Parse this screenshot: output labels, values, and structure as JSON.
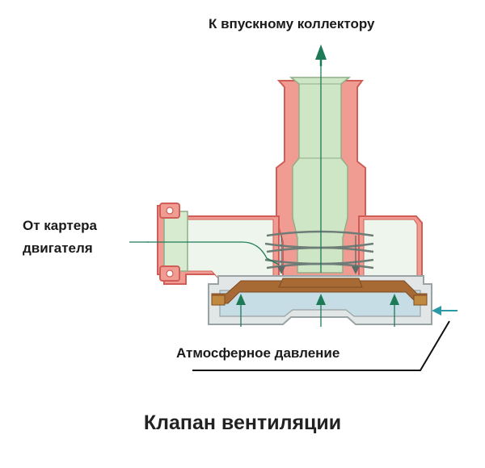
{
  "labels": {
    "to_intake": "К впускному коллектору",
    "from_crankcase_line1": "От картера",
    "from_crankcase_line2": "двигателя",
    "atmospheric": "Атмосферное давление"
  },
  "title": "Клапан вентиляции",
  "colors": {
    "body_outline": "#d05e57",
    "body_fill": "#f09c92",
    "inner_tube": "#cfe6c6",
    "inner_tube_outline": "#8fae86",
    "pipe_green": "#d7ebd0",
    "housing_gray": "#9aa3a3",
    "housing_fill": "#e2e6e6",
    "chamber_blue": "#c6dde6",
    "diaphragm": "#a86a35",
    "spring": "#6e7c78",
    "arrow_green": "#1d7a57",
    "arrow_teal": "#2c9aa6",
    "line_black": "#111111"
  }
}
